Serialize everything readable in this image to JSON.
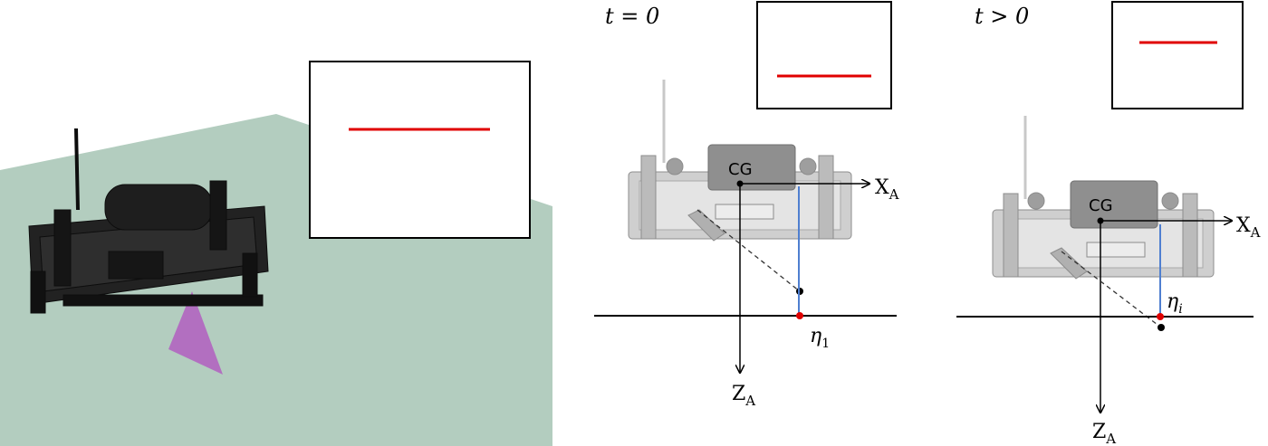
{
  "panel_left": {
    "seabed_color": "#b3cdbf",
    "beam_color": "#b26fc0",
    "inset_line_color": "#e00000"
  },
  "panel_mid": {
    "time_label": "t = 0",
    "cg_label": "CG",
    "x_axis": "X",
    "x_sub": "A",
    "z_axis": "Z",
    "z_sub": "A",
    "eta_symbol": "η",
    "eta_sub": "1",
    "inset_line_color": "#e00000"
  },
  "panel_right": {
    "time_label": "t > 0",
    "cg_label": "CG",
    "x_axis": "X",
    "x_sub": "A",
    "z_axis": "Z",
    "z_sub": "A",
    "eta_symbol": "η",
    "eta_sub": "i",
    "inset_line_color": "#e00000"
  },
  "colors": {
    "rov_gray": "#9a9a9a",
    "vertical_line": "#4f7fd0",
    "point_red": "#e00000"
  }
}
